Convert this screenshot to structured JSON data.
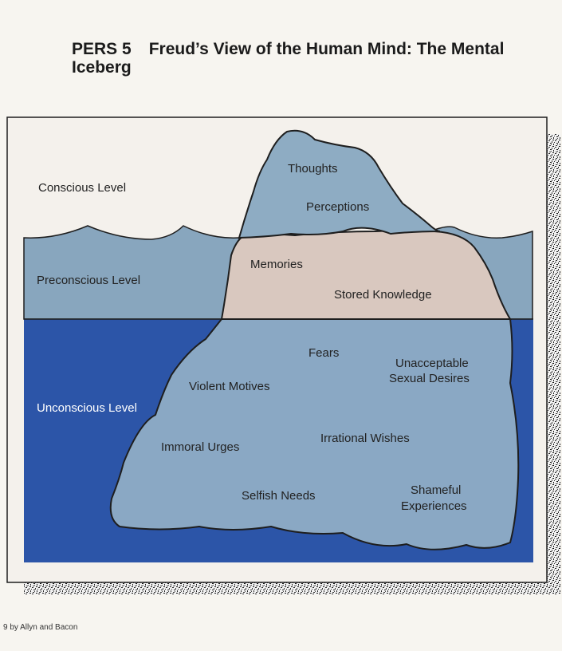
{
  "header": {
    "code": "PERS 5",
    "title": "Freud’s View of the Human Mind: The Mental Iceberg"
  },
  "levels": {
    "conscious": "Conscious Level",
    "preconscious": "Preconscious Level",
    "unconscious": "Unconscious Level"
  },
  "iceberg": {
    "conscious_items": [
      "Thoughts",
      "Perceptions"
    ],
    "preconscious_items": [
      "Memories",
      "Stored Knowledge"
    ],
    "unconscious_items": {
      "fears": "Fears",
      "sexual_desires": [
        "Unacceptable",
        "Sexual Desires"
      ],
      "violent_motives": "Violent Motives",
      "irrational_wishes": "Irrational Wishes",
      "immoral_urges": "Immoral Urges",
      "selfish_needs": "Selfish Needs",
      "shameful_experiences": [
        "Shameful",
        "Experiences"
      ]
    }
  },
  "colors": {
    "preconscious_water": "#88a6be",
    "unconscious_water": "#2c55a8",
    "iceberg_tip": "#8eacc3",
    "iceberg_middle": "#d9c8bf",
    "iceberg_base": "#8aa8c4"
  },
  "footer": {
    "credit": "9 by Allyn and Bacon"
  }
}
